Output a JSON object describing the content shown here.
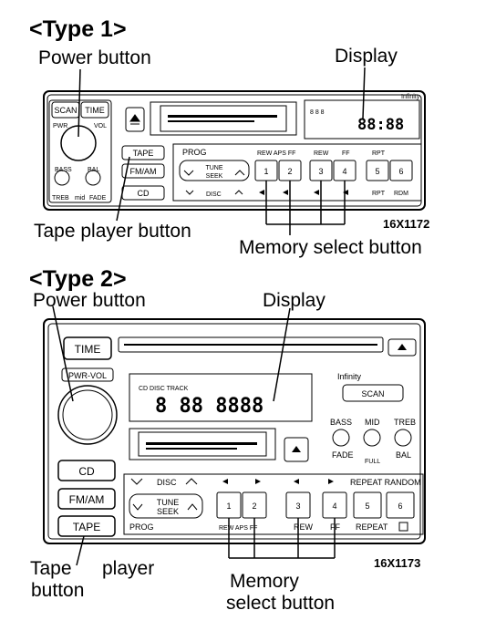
{
  "type1": {
    "heading": "<Type 1>",
    "power_label": "Power button",
    "display_label": "Display",
    "tape_label": "Tape player button",
    "memory_label": "Memory select button",
    "code": "16X1172",
    "panel": {
      "scan": "SCAN",
      "time": "TIME",
      "pwr": "PWR",
      "vol": "VOL",
      "bass": "BASS",
      "bal": "BAL",
      "treb": "TREB",
      "mid": "mid",
      "fade": "FADE",
      "tape": "TAPE",
      "fmam": "FM/AM",
      "cd": "CD",
      "prog": "PROG",
      "rew_aps_ff": "REW APS FF",
      "rew": "REW",
      "ff": "FF",
      "rpt": "RPT",
      "tune": "TUNE",
      "seek": "SEEK",
      "disc": "DISC",
      "presets": [
        "1",
        "2",
        "3",
        "4",
        "5",
        "6"
      ],
      "rpt2": "RPT",
      "rdm": "RDM",
      "infinity": "Infinity",
      "disp_digits": "88:88"
    }
  },
  "type2": {
    "heading": "<Type 2>",
    "power_label": "Power button",
    "display_label": "Display",
    "tape_label_1": "Tape",
    "tape_label_2": "player",
    "tape_label_3": "button",
    "memory_label_1": "Memory",
    "memory_label_2": "select button",
    "code": "16X1173",
    "panel": {
      "time": "TIME",
      "pwr_vol": "PWR-VOL",
      "cd": "CD",
      "fmam": "FM/AM",
      "tape": "TAPE",
      "infinity": "Infinity",
      "scan": "SCAN",
      "bass": "BASS",
      "mid": "MID",
      "treb": "TREB",
      "fade": "FADE",
      "bal": "BAL",
      "full": "FULL",
      "disc": "DISC",
      "repeat_random": "REPEAT RANDOM",
      "tune": "TUNE",
      "seek": "SEEK",
      "presets": [
        "1",
        "2",
        "3",
        "4",
        "5",
        "6"
      ],
      "prog": "PROG",
      "rew_aps_ff": "REW APS FF",
      "rew": "REW",
      "ff": "FF",
      "repeat": "REPEAT",
      "cd_track": "CD DISC TRACK",
      "disp_digits": "8 88 8888"
    }
  }
}
